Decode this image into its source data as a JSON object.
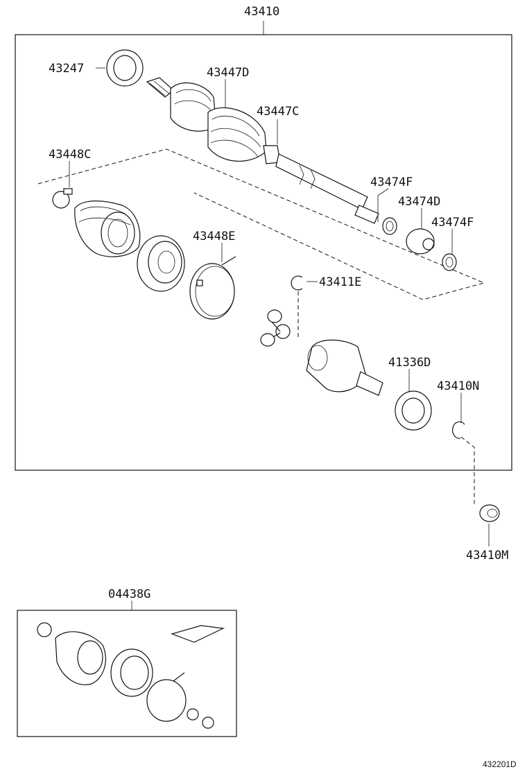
{
  "labels": {
    "assembly": "43410",
    "dust_seal": "43247",
    "outer_boot": "43447D",
    "inner_boot": "43447C",
    "boot_clamp": "43448C",
    "boot_band": "43448E",
    "damper_ring_1": "43474F",
    "damper": "43474D",
    "damper_ring_2": "43474F",
    "snap_ring": "43411E",
    "inner_seal": "41336D",
    "inner_snap_ring": "43410N",
    "nut": "43410M",
    "boot_kit": "04438G"
  },
  "figure_ref": "432201D"
}
